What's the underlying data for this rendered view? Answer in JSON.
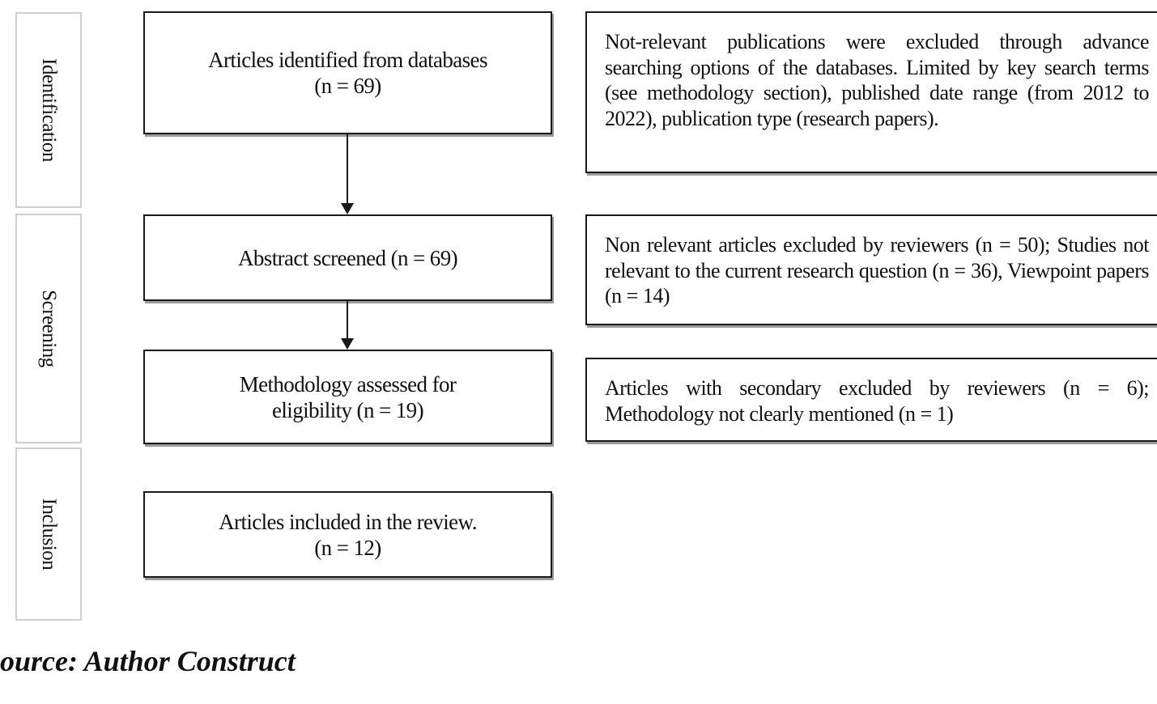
{
  "stages": {
    "identification": "Identification",
    "screening": "Screening",
    "inclusion": "Inclusion"
  },
  "flow": {
    "identified": "Articles identified from  databases\n(n = 69)",
    "screened": "Abstract screened (n = 69)",
    "assessed": "Methodology assessed for\neligibility (n = 19)",
    "included": "Articles included in the review.\n(n = 12)"
  },
  "exclusions": {
    "identification": "Not-relevant publications were excluded through advance searching options of the databases. Limited by key search terms (see methodology section), published date range (from 2012 to 2022), publication type (research papers).",
    "screening": "Non relevant articles excluded by reviewers (n = 50); Studies not relevant to the current research question (n = 36), Viewpoint papers (n = 14)",
    "eligibility": "Articles with secondary excluded by reviewers (n = 6); Methodology not clearly mentioned (n = 1)"
  },
  "caption": "ource: Author Construct"
}
